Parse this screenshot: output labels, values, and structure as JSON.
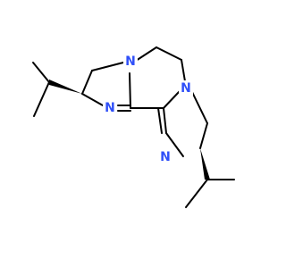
{
  "molecule": {
    "atom_color": "#3050F8",
    "bond_color": "#000000",
    "background": "#FFFFFF",
    "labels": {
      "n1": "N",
      "n2": "N",
      "n3": "N",
      "n4": "N"
    }
  }
}
